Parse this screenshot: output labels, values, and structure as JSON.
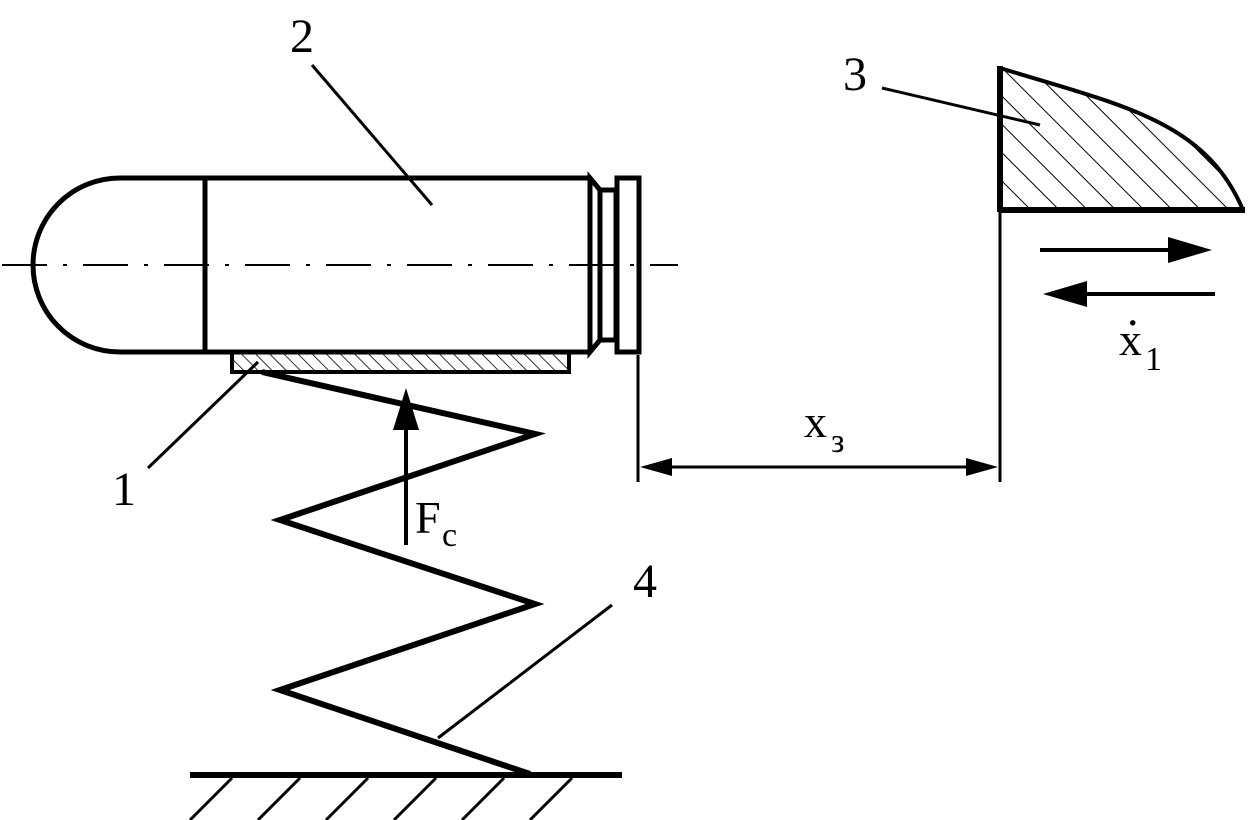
{
  "labels": {
    "part1": "1",
    "part2": "2",
    "part3": "3",
    "part4": "4",
    "force_main": "F",
    "force_sub": "c",
    "gap_main": "x",
    "gap_sub": "з",
    "velocity_main": "x",
    "velocity_sub": "1",
    "velocity_dot": "."
  },
  "colors": {
    "stroke": "#000000",
    "background": "#ffffff"
  }
}
